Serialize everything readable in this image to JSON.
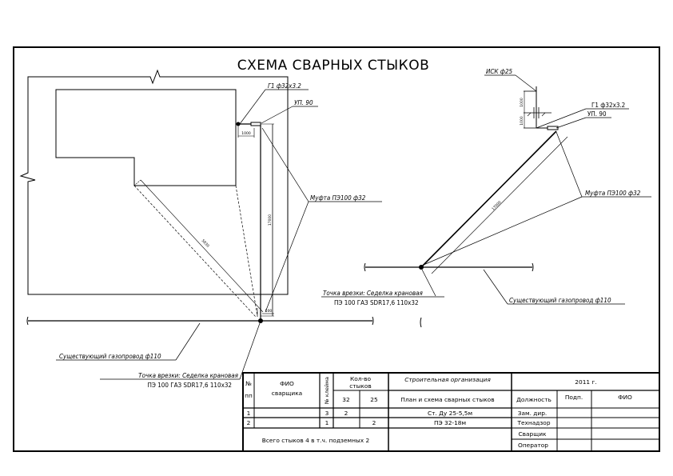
{
  "drawing": {
    "title": "СХЕМА СВАРНЫХ СТЫКОВ",
    "plan": {
      "label_g1": "Г1 ф32х3.2",
      "label_up90": "УП. 90",
      "label_mufta": "Муфта ПЭ100 ф32",
      "label_existing_pipe": "Существующий газопровод ф110",
      "label_tap_line1": "Точка врезки: Седелка крановая",
      "label_tap_line2": "ПЭ 100 ГАЗ SDR17,6 110х32",
      "dim_short": "1000",
      "dim_vertical": "17000",
      "dim_diagonal": "5830",
      "dim_small": "500"
    },
    "axonometric": {
      "label_isk": "ИСК ф25",
      "label_g1": "Г1 ф32х3.2",
      "label_up90": "УП. 90",
      "label_mufta": "Муфта ПЭ100 ф32",
      "label_existing_pipe": "Существующий газопровод ф110",
      "label_tap_line1": "Точка врезки: Седелка крановая",
      "label_tap_line2": "ПЭ 100 ГАЗ SDR17,6 110х32",
      "dim_diagonal": "17000",
      "dim_riser_top": "1000",
      "dim_riser_bottom": "1000"
    }
  },
  "table": {
    "header": {
      "num": "№",
      "num_sub": "пп",
      "fio_line1": "ФИО",
      "fio_line2": "сварщика",
      "stamp_no": "№ клейма",
      "qty_line1": "Кол-во",
      "qty_line2": "стыков",
      "d32": "32",
      "d25": "25",
      "org": "Строительная организация",
      "year": "2011 г.",
      "doc_title": "План и схема сварных стыков",
      "position": "Должность",
      "signature": "Подп.",
      "fio": "ФИО"
    },
    "rows": [
      {
        "num": "1",
        "fio": "",
        "stamp": "3",
        "d32": "2",
        "d25": "",
        "material": "Ст. Ду 25-5,5м",
        "role": "Зам. дир."
      },
      {
        "num": "2",
        "fio": "",
        "stamp": "1",
        "d32": "",
        "d25": "2",
        "material": "ПЭ 32-18м",
        "role": "Технадзор"
      }
    ],
    "extra_roles": [
      "Сварщик",
      "Оператор"
    ],
    "total": "Всего стыков 4 в т.ч. подземных 2"
  }
}
